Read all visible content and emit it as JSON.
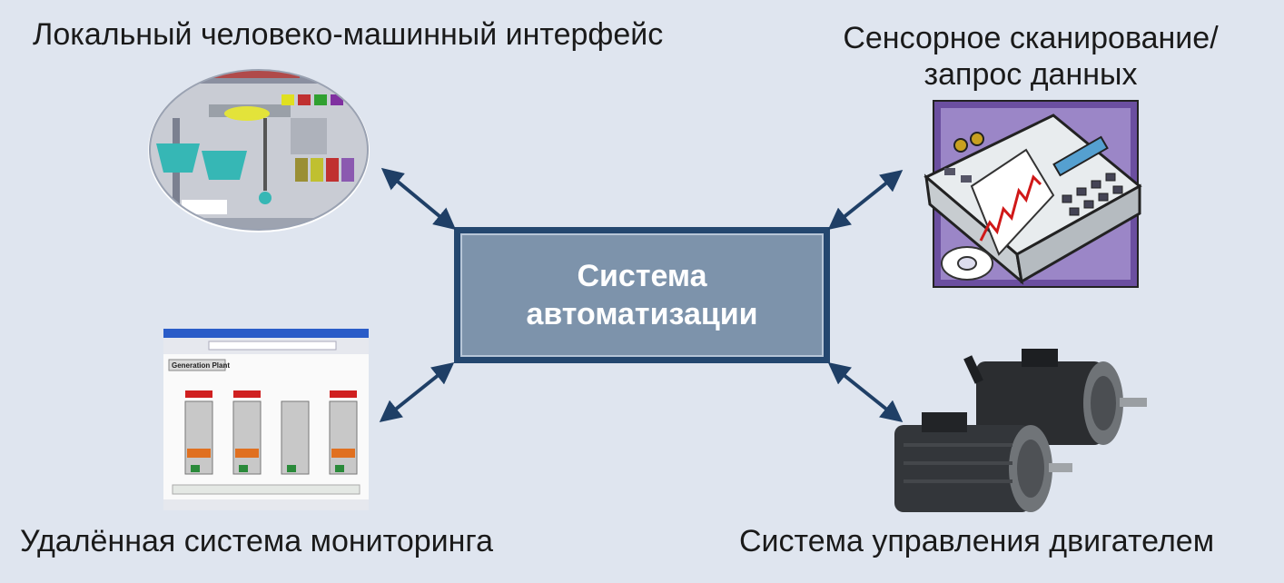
{
  "center": {
    "title": "Система автоматизации"
  },
  "nodes": {
    "hmi": {
      "label": "Локальный человеко-машинный интерфейс"
    },
    "sensor": {
      "label": "Сенсорное сканирование/ запрос данных"
    },
    "remote": {
      "label": "Удалённая система мониторинга",
      "window_heading": "Generation Plant"
    },
    "motor": {
      "label": "Система управления двигателем"
    }
  },
  "colors": {
    "background": "#dfe5ef",
    "box_fill": "#7d93ab",
    "box_border": "#24476f",
    "arrow": "#1f3f66"
  }
}
